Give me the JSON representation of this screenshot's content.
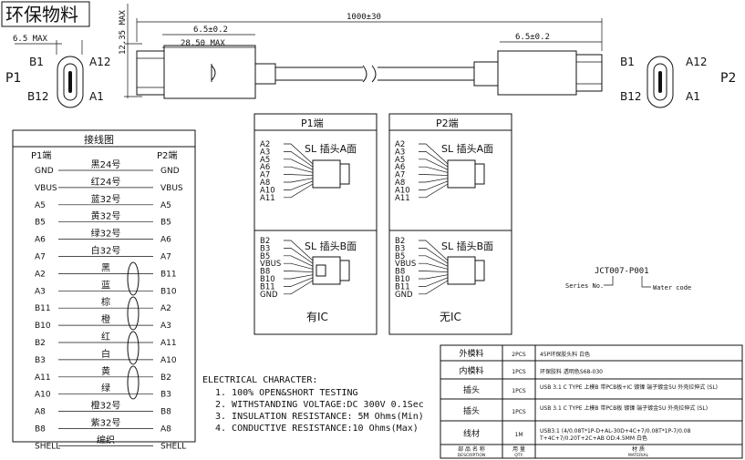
{
  "title": "环保物料",
  "top": {
    "dim_max_left": "6.5 MAX",
    "dim_height": "12.35 MAX",
    "dim_length": "1000±30",
    "dim_65_left": "6.5±0.2",
    "dim_2850": "28.50 MAX",
    "dim_65_right": "6.5±0.2",
    "p1": {
      "label": "P1",
      "b1": "B1",
      "a12": "A12",
      "b12": "B12",
      "a1": "A1"
    },
    "p2": {
      "label": "P2",
      "b1": "B1",
      "a12": "A12",
      "b12": "B12",
      "a1": "A1"
    }
  },
  "wiring": {
    "title": "接线图",
    "left_head": "P1端",
    "right_head": "P2端",
    "rows": [
      {
        "l": "GND",
        "w": "黑24号",
        "r": "GND"
      },
      {
        "l": "VBUS",
        "w": "红24号",
        "r": "VBUS"
      },
      {
        "l": "A5",
        "w": "蓝32号",
        "r": "A5"
      },
      {
        "l": "B5",
        "w": "黄32号",
        "r": "B5"
      },
      {
        "l": "A6",
        "w": "绿32号",
        "r": "A6"
      },
      {
        "l": "A7",
        "w": "白32号",
        "r": "A7"
      },
      {
        "l": "A2",
        "w": "黑",
        "r": "B11"
      },
      {
        "l": "A3",
        "w": "蓝",
        "r": "B10"
      },
      {
        "l": "B11",
        "w": "棕",
        "r": "A2"
      },
      {
        "l": "B10",
        "w": "橙",
        "r": "A3"
      },
      {
        "l": "B2",
        "w": "红",
        "r": "A11"
      },
      {
        "l": "B3",
        "w": "白",
        "r": "A10"
      },
      {
        "l": "A11",
        "w": "黄",
        "r": "B2"
      },
      {
        "l": "A10",
        "w": "绿",
        "r": "B3"
      },
      {
        "l": "A8",
        "w": "橙32号",
        "r": "B8"
      },
      {
        "l": "B8",
        "w": "紫32号",
        "r": "A8"
      },
      {
        "l": "SHELL",
        "w": "编织",
        "r": "SHELL"
      }
    ]
  },
  "p1_box": {
    "title": "P1端",
    "a_label": "SL 插头A面",
    "a_pins": [
      "A2",
      "A3",
      "A5",
      "A6",
      "A7",
      "A8",
      "A10",
      "A11"
    ],
    "b_label": "SL 插头B面",
    "b_pins": [
      "B2",
      "B3",
      "B5",
      "VBUS",
      "B8",
      "B10",
      "B11",
      "GND"
    ],
    "footer": "有IC"
  },
  "p2_box": {
    "title": "P2端",
    "a_label": "SL 插头A面",
    "a_pins": [
      "A2",
      "A3",
      "A5",
      "A6",
      "A7",
      "A8",
      "A10",
      "A11"
    ],
    "b_label": "SL 插头B面",
    "b_pins": [
      "B2",
      "B3",
      "B5",
      "VBUS",
      "B8",
      "B10",
      "B11",
      "GND"
    ],
    "footer": "无IC"
  },
  "code": {
    "value": "JCT007-P001",
    "serial": "Series No.",
    "water": "Water code"
  },
  "electrical": {
    "heading": "ELECTRICAL CHARACTER:",
    "items": [
      "1. 100% OPEN&SHORT TESTING",
      "2. WITHSTANDING VOLTAGE:DC 300V 0.1Sec",
      "3. INSULATION RESISTANCE: 5M Ohms(Min)",
      "4. CONDUCTIVE RESISTANCE:10 Ohms(Max)"
    ]
  },
  "bom": {
    "rows": [
      {
        "name": "外模料",
        "qty": "2PCS",
        "mat": "45P环保胶头料 白色"
      },
      {
        "name": "内模料",
        "qty": "1PCS",
        "mat": "环保胶料 透明色S68-030"
      },
      {
        "name": "插头",
        "qty": "1PCS",
        "mat": "USB 3.1 C TYPE 上模B 带PCB板+IC 镀镍 端子镀金5U 外壳拉伸式 (SL)"
      },
      {
        "name": "插头",
        "qty": "1PCS",
        "mat": "USB 3.1 C TYPE 上模B 带PCB板 镀镍 端子镀金5U 外壳拉伸式 (SL)"
      },
      {
        "name": "线材",
        "qty": "1M",
        "mat": "USB3.1 (4/0.08T*1P-D+AL-30D+4C+7/0.08T*1P-7/0.08T+4C+7/0.20T+2C+AB OD:4.5MM 白色"
      }
    ],
    "footer": {
      "name": "部 品 名 称",
      "name_en": "DESCRIPTION",
      "qty": "用 量",
      "qty_en": "QTY.",
      "mat": "材 质",
      "mat_en": "MATERIAL"
    }
  }
}
